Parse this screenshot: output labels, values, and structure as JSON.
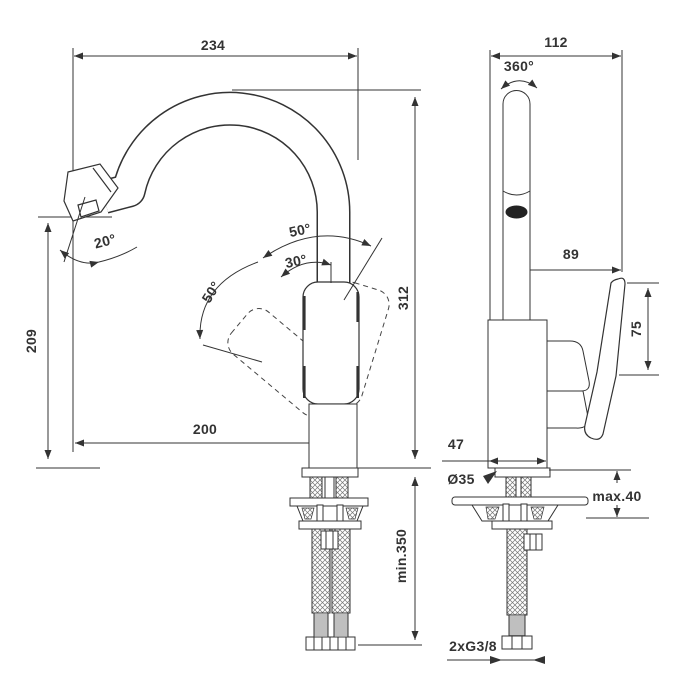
{
  "drawing_title": "kitchen-mixer-dimensional-drawing",
  "colors": {
    "line": "#333333",
    "text": "#333333",
    "background": "#ffffff",
    "outlet_fill": "#222222"
  },
  "front_view": {
    "top_width": "234",
    "spout_tip_angle": "20°",
    "spout_outlet_height": "209",
    "handle_arc_right": "50°",
    "handle_arc_mid": "30°",
    "handle_arc_left": "50°",
    "overall_height": "312",
    "spout_reach": "200",
    "min_hose_length": "min.350"
  },
  "side_view": {
    "body_depth": "112",
    "spout_swivel": "360°",
    "handle_projection": "89",
    "handle_height": "75",
    "base_depth": "47",
    "base_diameter": "Ø35",
    "max_deck_thickness": "max.40",
    "hose_connection": "2xG3/8"
  }
}
